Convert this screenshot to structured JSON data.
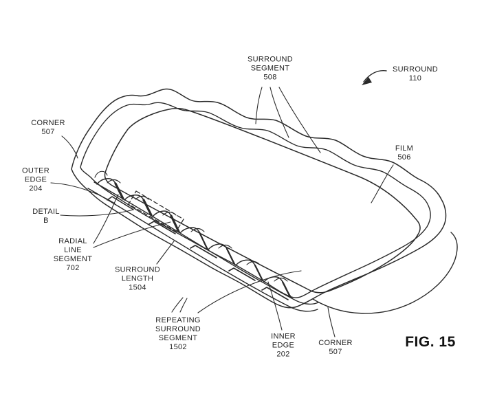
{
  "figure": {
    "caption": "FIG. 15"
  },
  "labels": {
    "surround_segment": "SURROUND\nSEGMENT\n508",
    "surround": "SURROUND\n110",
    "corner_top": "CORNER\n507",
    "outer_edge": "OUTER\nEDGE\n204",
    "detail_b": "DETAIL\nB",
    "radial_line_segment": "RADIAL\nLINE\nSEGMENT\n702",
    "surround_length": "SURROUND\nLENGTH\n1504",
    "repeating_surround_segment": "REPEATING\nSURROUND\nSEGMENT\n1502",
    "inner_edge": "INNER\nEDGE\n202",
    "corner_bottom": "CORNER\n507",
    "film": "FILM\n506"
  },
  "colors": {
    "ink": "#2a2a2a",
    "background": "#ffffff"
  }
}
